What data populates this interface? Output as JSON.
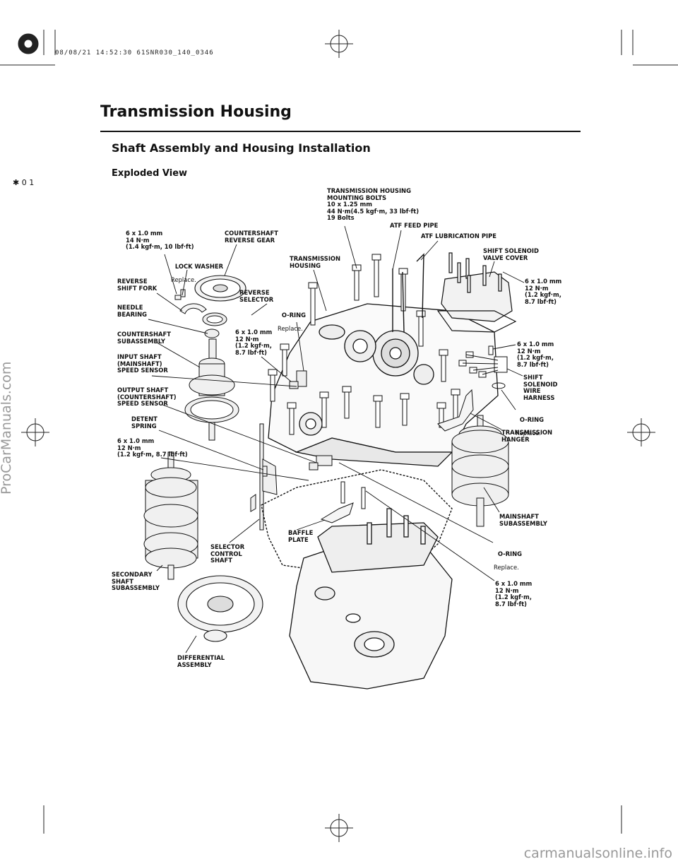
{
  "header": {
    "stamp": "08/08/21 14:52:30 61SNR030_140_0346"
  },
  "page_title": "Transmission Housing",
  "section_title": "Shaft Assembly and Housing Installation",
  "view_title": "Exploded View",
  "page_marker": "✱ 0 1",
  "callouts": {
    "tx_bolts": {
      "title": "TRANSMISSION HOUSING\nMOUNTING BOLTS\n10 x 1.25 mm\n44 N·m(4.5 kgf·m, 33 lbf·ft)\n19 Bolts"
    },
    "atf_feed": {
      "title": "ATF FEED PIPE"
    },
    "atf_lube": {
      "title": "ATF LUBRICATION PIPE"
    },
    "bolt_14nm": {
      "title": "6 x 1.0 mm\n14 N·m\n(1.4 kgf·m, 10 lbf·ft)"
    },
    "cs_rev_gear": {
      "title": "COUNTERSHAFT\nREVERSE GEAR"
    },
    "sol_cover": {
      "title": "SHIFT SOLENOID\nVALVE COVER"
    },
    "lock_washer": {
      "title": "LOCK WASHER",
      "note": "Replace."
    },
    "tx_housing": {
      "title": "TRANSMISSION\nHOUSING"
    },
    "bolt_cover": {
      "title": "6 x 1.0 mm\n12 N·m\n(1.2 kgf·m,\n8.7 lbf·ft)"
    },
    "rev_fork": {
      "title": "REVERSE\nSHIFT FORK"
    },
    "rev_selector": {
      "title": "REVERSE\nSELECTOR"
    },
    "needle": {
      "title": "NEEDLE\nBEARING"
    },
    "oring1": {
      "title": "O-RING",
      "note": "Replace."
    },
    "bolt_sel": {
      "title": "6 x 1.0 mm\n12 N·m\n(1.2 kgf·m,\n8.7 lbf·ft)"
    },
    "cs_sub": {
      "title": "COUNTERSHAFT\nSUBASSEMBLY"
    },
    "bolt_harness": {
      "title": "6 x 1.0 mm\n12 N·m\n(1.2 kgf·m,\n8.7 lbf·ft)"
    },
    "input_sensor": {
      "title": "INPUT SHAFT\n(MAINSHAFT)\nSPEED SENSOR"
    },
    "harness": {
      "title": "SHIFT\nSOLENOID\nWIRE\nHARNESS"
    },
    "output_sensor": {
      "title": "OUTPUT SHAFT\n(COUNTERSHAFT)\nSPEED SENSOR"
    },
    "oring2": {
      "title": "O-RING",
      "note": "Replace."
    },
    "detent": {
      "title": "DETENT\nSPRING"
    },
    "hanger": {
      "title": "TRANSMISSION\nHANGER"
    },
    "bolt_detent": {
      "title": "6 x 1.0 mm\n12 N·m\n(1.2 kgf·m, 8.7 lbf·ft)"
    },
    "mainshaft": {
      "title": "MAINSHAFT\nSUBASSEMBLY"
    },
    "baffle": {
      "title": "BAFFLE\nPLATE"
    },
    "oring3": {
      "title": "O-RING",
      "note": "Replace."
    },
    "sel_shaft": {
      "title": "SELECTOR\nCONTROL\nSHAFT"
    },
    "secondary": {
      "title": "SECONDARY\nSHAFT\nSUBASSEMBLY"
    },
    "bolt_baffle": {
      "title": "6 x 1.0 mm\n12 N·m\n(1.2 kgf·m,\n8.7 lbf·ft)"
    },
    "diff": {
      "title": "DIFFERENTIAL\nASSEMBLY"
    }
  },
  "watermarks": {
    "side": "ProCarManuals.com",
    "footer": "carmanualsonline.info"
  }
}
